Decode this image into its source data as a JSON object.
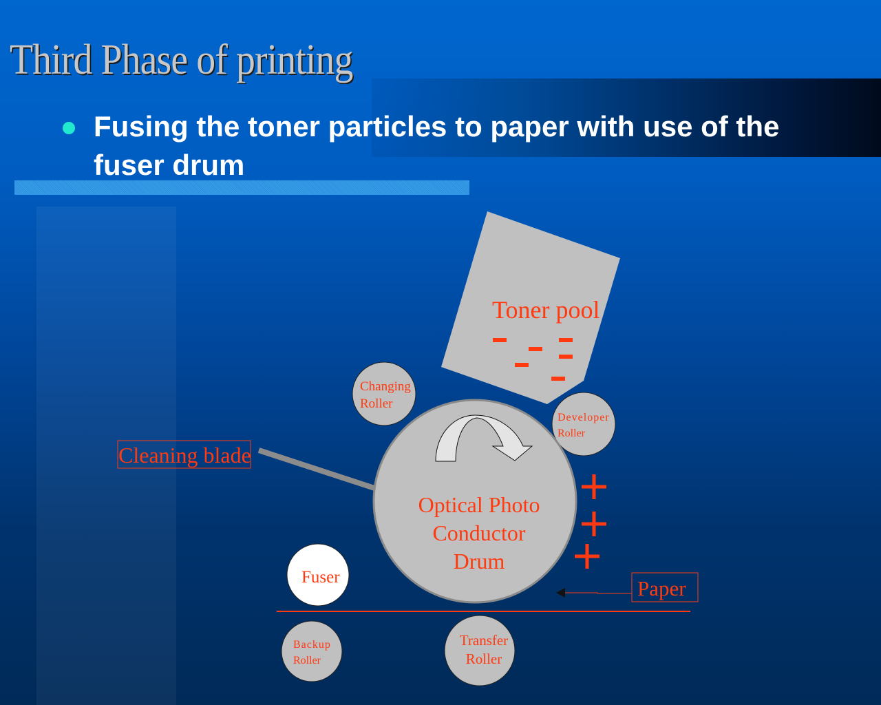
{
  "slide": {
    "title": "Third Phase of printing",
    "bullet": "Fusing the toner particles to paper with use of the fuser drum"
  },
  "diagram": {
    "toner_pool": "Toner pool",
    "changing_roller": [
      "Changing",
      "Roller"
    ],
    "developer_roller": [
      "Developer",
      "Roller"
    ],
    "drum": [
      "Optical Photo",
      "Conductor",
      "Drum"
    ],
    "fuser": "Fuser",
    "backup_roller": [
      "Backup",
      "Roller"
    ],
    "transfer_roller": [
      "Transfer",
      "Roller"
    ],
    "cleaning_blade": "Cleaning blade",
    "paper": "Paper",
    "colors": {
      "label": "#ff3a10",
      "part": "#c0c0c0",
      "fuser": "#ffffff"
    }
  }
}
